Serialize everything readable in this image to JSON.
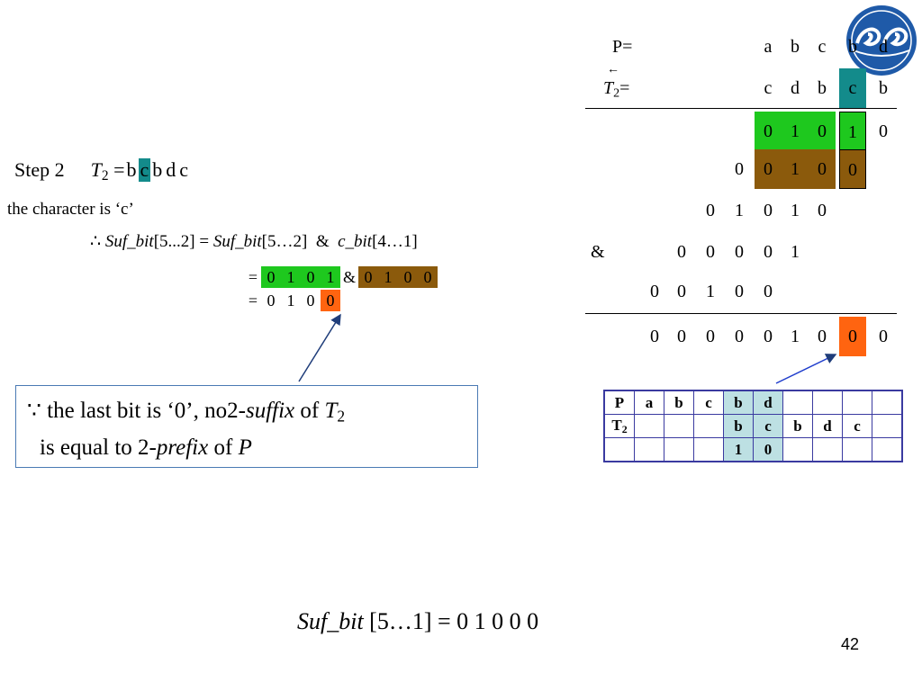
{
  "work_table": {
    "p_label": "P=",
    "t2_label": "T",
    "t2_sub": "2",
    "t2_eq": "=",
    "t2_arrow": "←",
    "p_chars": [
      "a",
      "b",
      "c",
      "b",
      "d"
    ],
    "t2_chars": [
      "c",
      "d",
      "b",
      "c",
      "b"
    ],
    "row1": [
      "0",
      "1",
      "0",
      "1",
      "0"
    ],
    "row2": [
      "0",
      "0",
      "1",
      "0",
      "0"
    ],
    "row3": [
      "0",
      "1",
      "0",
      "1",
      "0"
    ],
    "and_label": "&",
    "row4": [
      "0",
      "0",
      "0",
      "0",
      "1"
    ],
    "row5": [
      "0",
      "0",
      "1",
      "0",
      "0"
    ],
    "result": [
      "0",
      "0",
      "0",
      "0",
      "0",
      "1",
      "0",
      "0",
      "0"
    ]
  },
  "step": {
    "label": "Step 2",
    "t_var": "T",
    "t_sub": "2",
    "eq": "=",
    "chars": [
      "b",
      "c",
      "b",
      "d",
      "c"
    ]
  },
  "char_line": "the character is ‘c’",
  "therefore_line": {
    "symbol": "∴",
    "lhs_var": "Suf_bit",
    "lhs_idx": "[5...2]",
    "eq": "=",
    "rhs_var": "Suf_bit",
    "rhs_idx": "[5…2]",
    "amp": "&",
    "c_var": "c_bit",
    "c_idx": "[4…1]"
  },
  "calc": {
    "eq": "=",
    "green_bits": [
      "0",
      "1",
      "0",
      "1"
    ],
    "amp": "&",
    "brown_bits": [
      "0",
      "1",
      "0",
      "0"
    ],
    "result_bits": [
      "0",
      "1",
      "0"
    ],
    "result_last": "0"
  },
  "callout": {
    "because": "∵",
    "text1": "the last bit is ‘0’, no2-",
    "suffix": "suffix",
    "of": "of",
    "t_var": "T",
    "t_sub": "2",
    "text2": "is equal to 2-",
    "prefix": "prefix",
    "of2": "of",
    "p_var": "P"
  },
  "small_table": {
    "row_p": [
      "P",
      "a",
      "b",
      "c",
      "b",
      "d",
      "",
      "",
      "",
      "",
      ""
    ],
    "row_t2_label": "T",
    "row_t2_sub": "2",
    "row_t2": [
      "",
      "",
      "",
      "b",
      "c",
      "b",
      "d",
      "c",
      "",
      ""
    ],
    "row_bits": [
      "",
      "",
      "",
      "",
      "1",
      "0",
      "",
      "",
      "",
      "",
      ""
    ]
  },
  "formula": {
    "var": "Suf_bit",
    "text": " [5…1] = 0 1 0 0 0"
  },
  "page_number": "42"
}
